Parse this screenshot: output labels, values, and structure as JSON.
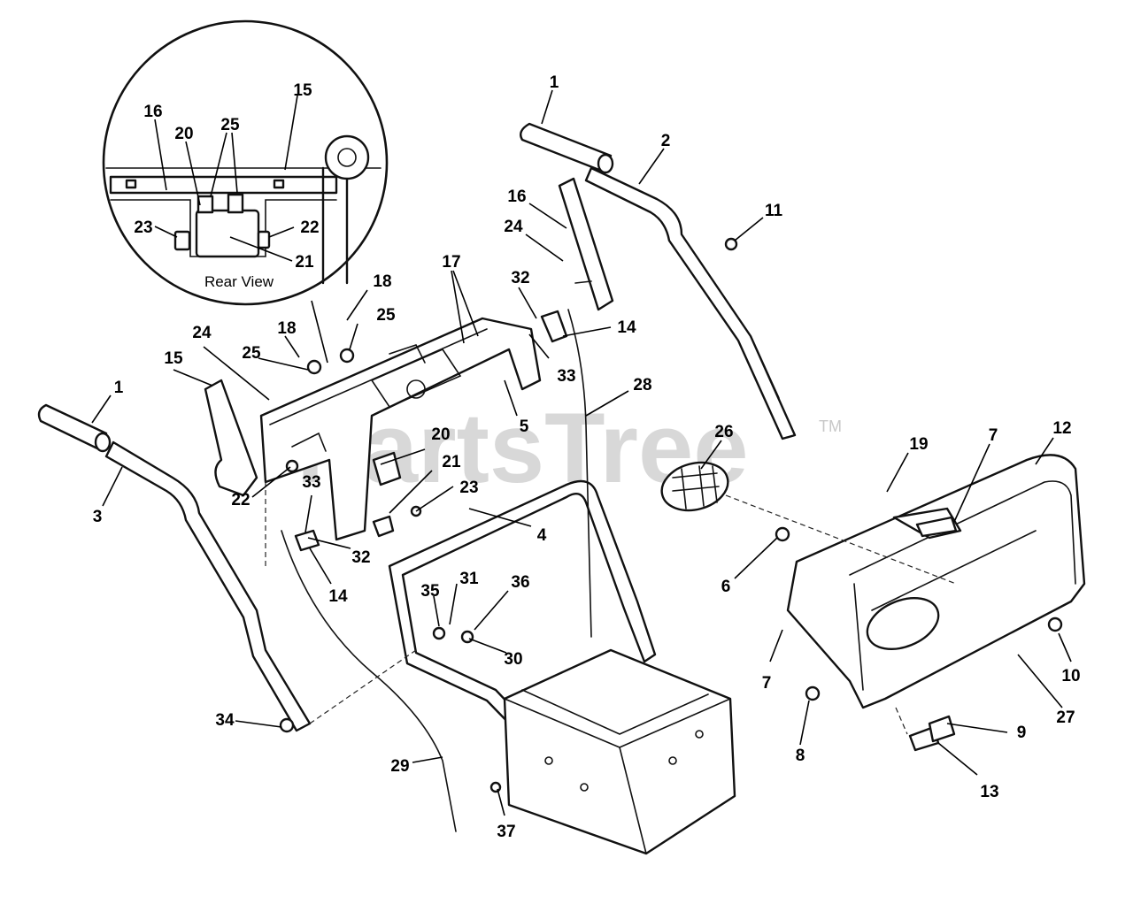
{
  "watermark": {
    "text": "PartsTree",
    "trademark": "TM"
  },
  "inset": {
    "caption": "Rear View"
  },
  "callouts": [
    {
      "id": "c1a",
      "label": "1"
    },
    {
      "id": "c2",
      "label": "2"
    },
    {
      "id": "c11",
      "label": "11"
    },
    {
      "id": "c16",
      "label": "16"
    },
    {
      "id": "c24a",
      "label": "24"
    },
    {
      "id": "c32a",
      "label": "32"
    },
    {
      "id": "c17",
      "label": "17"
    },
    {
      "id": "c14a",
      "label": "14"
    },
    {
      "id": "c33a",
      "label": "33"
    },
    {
      "id": "c28",
      "label": "28"
    },
    {
      "id": "c18a",
      "label": "18"
    },
    {
      "id": "c25a",
      "label": "25"
    },
    {
      "id": "c18b",
      "label": "18"
    },
    {
      "id": "c25b",
      "label": "25"
    },
    {
      "id": "c24b",
      "label": "24"
    },
    {
      "id": "c15",
      "label": "15"
    },
    {
      "id": "c5",
      "label": "5"
    },
    {
      "id": "c1b",
      "label": "1"
    },
    {
      "id": "c3",
      "label": "3"
    },
    {
      "id": "c26",
      "label": "26"
    },
    {
      "id": "c19",
      "label": "19"
    },
    {
      "id": "c7a",
      "label": "7"
    },
    {
      "id": "c12",
      "label": "12"
    },
    {
      "id": "c20",
      "label": "20"
    },
    {
      "id": "c21",
      "label": "21"
    },
    {
      "id": "c23",
      "label": "23"
    },
    {
      "id": "c22",
      "label": "22"
    },
    {
      "id": "c33b",
      "label": "33"
    },
    {
      "id": "c32b",
      "label": "32"
    },
    {
      "id": "c14b",
      "label": "14"
    },
    {
      "id": "c4",
      "label": "4"
    },
    {
      "id": "c6",
      "label": "6"
    },
    {
      "id": "c35",
      "label": "35"
    },
    {
      "id": "c31",
      "label": "31"
    },
    {
      "id": "c36",
      "label": "36"
    },
    {
      "id": "c30",
      "label": "30"
    },
    {
      "id": "c7b",
      "label": "7"
    },
    {
      "id": "c10",
      "label": "10"
    },
    {
      "id": "c27",
      "label": "27"
    },
    {
      "id": "c9",
      "label": "9"
    },
    {
      "id": "c8",
      "label": "8"
    },
    {
      "id": "c13",
      "label": "13"
    },
    {
      "id": "c34",
      "label": "34"
    },
    {
      "id": "c29",
      "label": "29"
    },
    {
      "id": "c37",
      "label": "37"
    }
  ],
  "inset_callouts": [
    {
      "id": "i15",
      "label": "15"
    },
    {
      "id": "i16",
      "label": "16"
    },
    {
      "id": "i20",
      "label": "20"
    },
    {
      "id": "i25",
      "label": "25"
    },
    {
      "id": "i23",
      "label": "23"
    },
    {
      "id": "i22",
      "label": "22"
    },
    {
      "id": "i21",
      "label": "21"
    }
  ]
}
